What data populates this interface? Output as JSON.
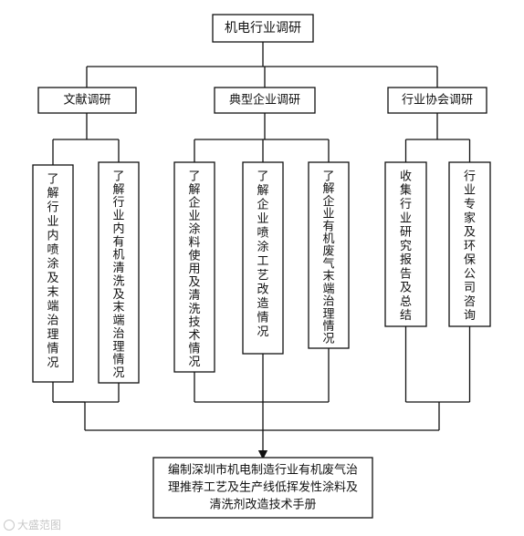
{
  "root": {
    "label": "机电行业调研"
  },
  "level1": [
    {
      "id": "lit",
      "label": "文献调研"
    },
    {
      "id": "ent",
      "label": "典型企业调研"
    },
    {
      "id": "assoc",
      "label": "行业协会调研"
    }
  ],
  "leaves": [
    {
      "id": "lit-1",
      "parent": "lit",
      "text": "了解行业内喷涂及末端治理情况"
    },
    {
      "id": "lit-2",
      "parent": "lit",
      "text": "了解行业内有机清洗及末端治理情况"
    },
    {
      "id": "ent-1",
      "parent": "ent",
      "text": "了解企业涂料使用及清洗技术情况"
    },
    {
      "id": "ent-2",
      "parent": "ent",
      "text": "了解企业喷涂工艺改造情况"
    },
    {
      "id": "ent-3",
      "parent": "ent",
      "text": "了解企业有机废气末端治理情况"
    },
    {
      "id": "assoc-1",
      "parent": "assoc",
      "text": "收集行业研究报告及总结"
    },
    {
      "id": "assoc-2",
      "parent": "assoc",
      "text": "行业专家及环保公司咨询"
    }
  ],
  "output": {
    "lines": [
      "编制深圳市机电制造行业有机废气治",
      "理推荐工艺及生产线低挥发性涂料及",
      "清洗剂改造技术手册"
    ]
  },
  "watermark": {
    "text": "大盛范图"
  }
}
